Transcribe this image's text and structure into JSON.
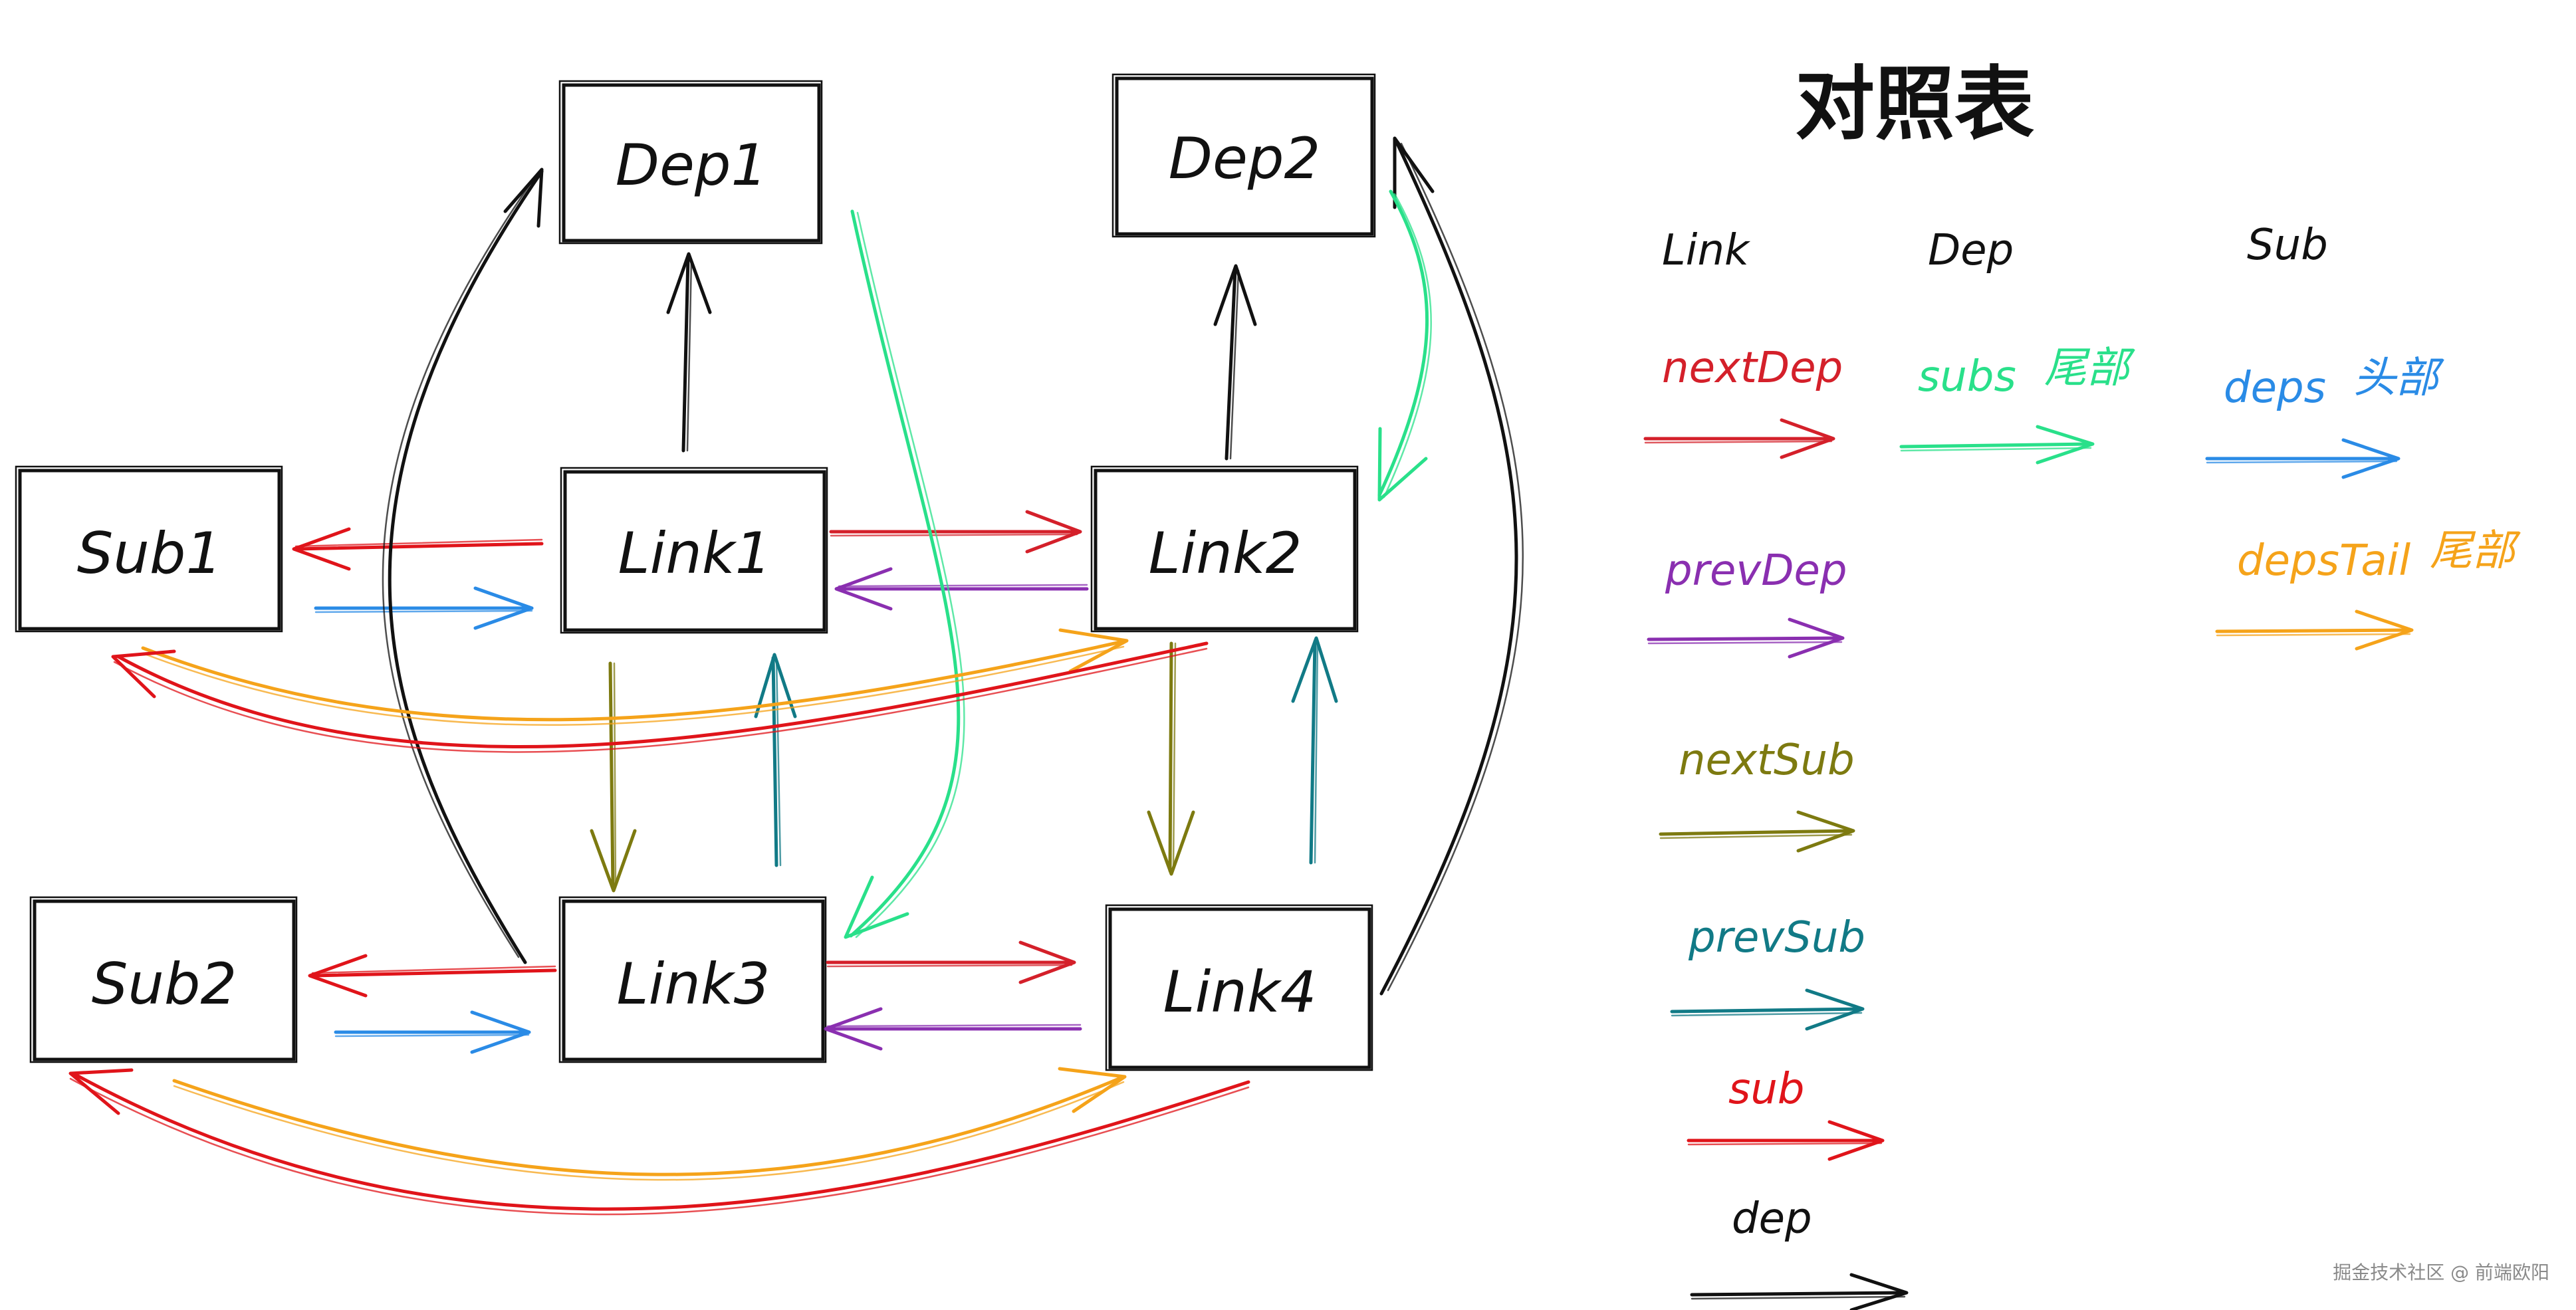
{
  "legend": {
    "title": "对照表",
    "headers": {
      "link": "Link",
      "dep": "Dep",
      "sub": "Sub"
    },
    "link_items": [
      {
        "label": "nextDep",
        "color": "#d4202a"
      },
      {
        "label": "prevDep",
        "color": "#8a2fb0"
      },
      {
        "label": "nextSub",
        "color": "#7d7a10"
      },
      {
        "label": "prevSub",
        "color": "#117a86"
      },
      {
        "label": "sub",
        "color": "#e0141a"
      },
      {
        "label": "dep",
        "color": "#111111"
      }
    ],
    "dep_items": [
      {
        "label": "subs",
        "note": "尾部",
        "color": "#29e08a"
      }
    ],
    "sub_items": [
      {
        "label": "deps",
        "note": "头部",
        "color": "#2a8be6"
      },
      {
        "label": "depsTail",
        "note": "尾部",
        "color": "#f5a31a"
      }
    ]
  },
  "nodes": {
    "dep1": "Dep1",
    "dep2": "Dep2",
    "sub1": "Sub1",
    "link1": "Link1",
    "link2": "Link2",
    "sub2": "Sub2",
    "link3": "Link3",
    "link4": "Link4"
  },
  "watermark": "掘金技术社区 @ 前端欧阳"
}
